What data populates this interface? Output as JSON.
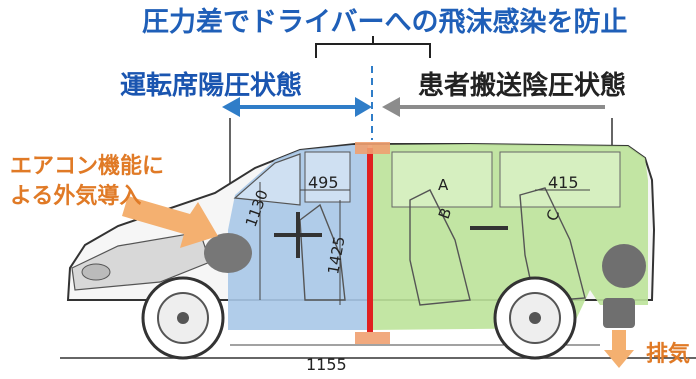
{
  "title": "圧力差でドライバーへの飛沫感染を防止",
  "zones": {
    "driver": {
      "label": "運転席陽圧状態",
      "color": "#2f7dc8",
      "fill": "#a9c8e8"
    },
    "patient": {
      "label": "患者搬送陰圧状態",
      "color": "#8c8c8c",
      "fill": "#bde39a"
    }
  },
  "annotations": {
    "ac_intake": {
      "line1": "エアコン機能に",
      "line2": "よる外気導入",
      "color": "#e07a26"
    },
    "exhaust": {
      "label": "排気",
      "color": "#e07a26"
    }
  },
  "partition": {
    "color": "#e02020"
  },
  "dimensions": {
    "d1130": "1130",
    "d495": "495",
    "d1425": "1425",
    "d415": "415",
    "d1155": "1155"
  },
  "seats": {
    "a": "A",
    "b": "B",
    "c": "C"
  }
}
